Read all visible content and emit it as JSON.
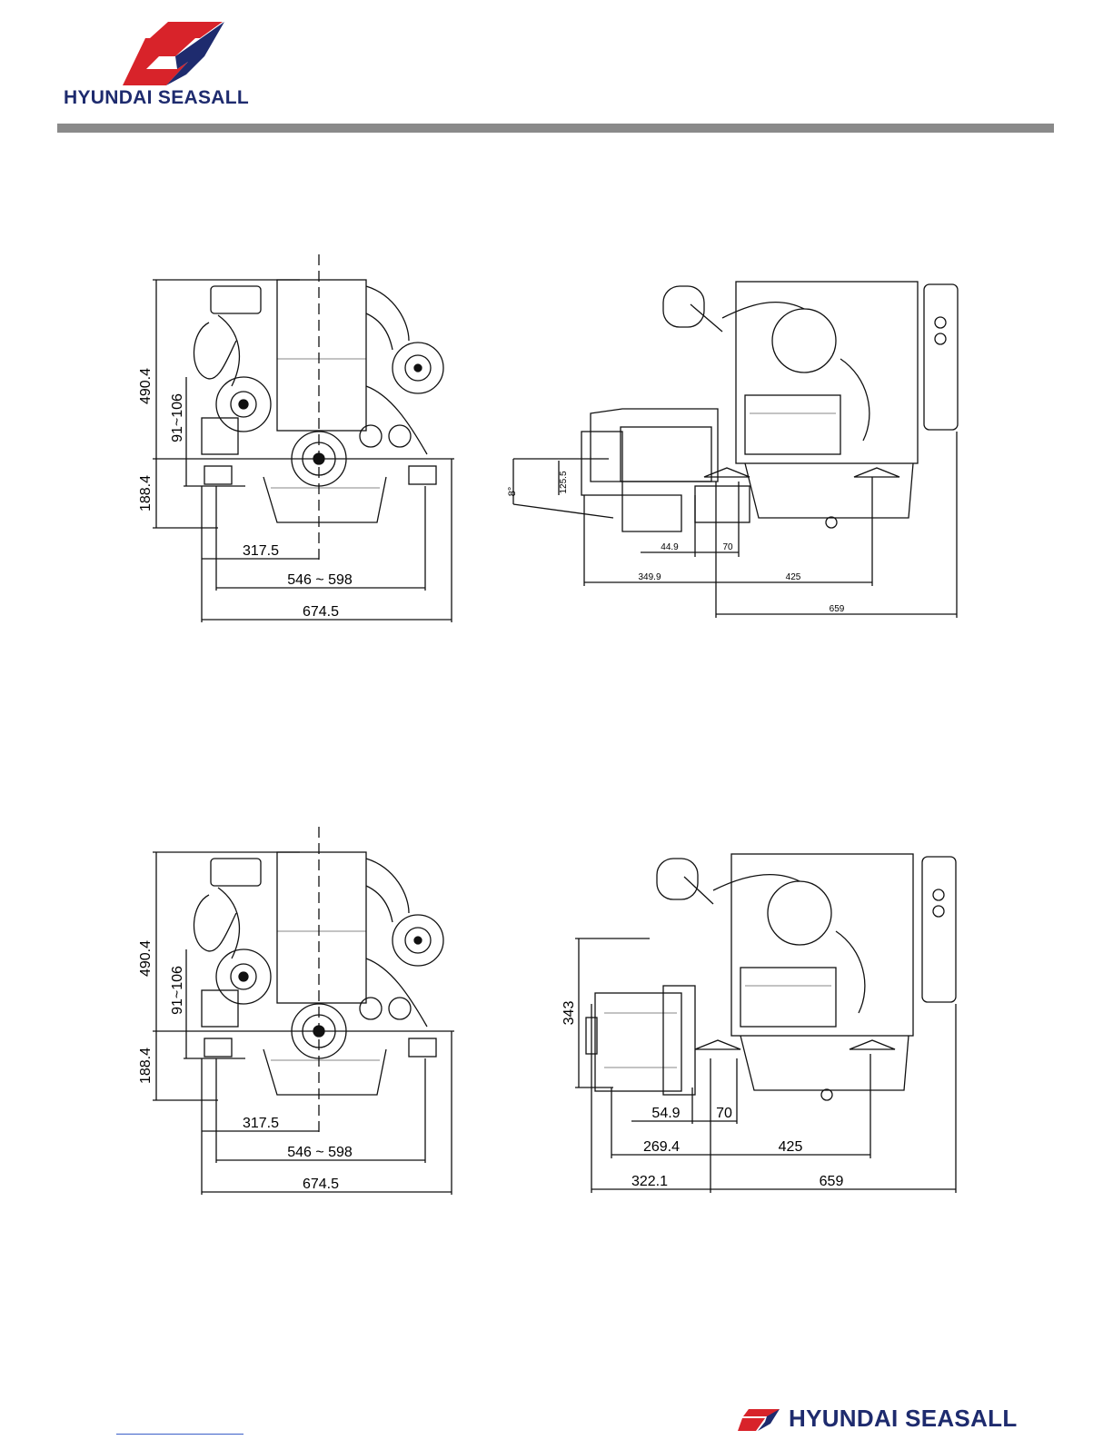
{
  "brand": {
    "name": "HYUNDAI SEASALL",
    "colors": {
      "red": "#d8232a",
      "navy": "#1e2b6e",
      "rule": "#8a8a8a"
    }
  },
  "drawings": {
    "front_top": {
      "height_upper": "490.4",
      "height_mount": "91~106",
      "height_lower": "188.4",
      "width_half": "317.5",
      "width_mount": "546 ~ 598",
      "width_total": "674.5"
    },
    "side_top": {
      "angle": "8°",
      "offset_height": "125.5",
      "offset_a": "44.9",
      "offset_b": "70",
      "length_left": "349.9",
      "length_mount": "425",
      "length_total": "659"
    },
    "front_bottom": {
      "height_upper": "490.4",
      "height_mount": "91~106",
      "height_lower": "188.4",
      "width_half": "317.5",
      "width_mount": "546 ~ 598",
      "width_total": "674.5"
    },
    "side_bottom": {
      "height_gear": "343",
      "offset_a": "54.9",
      "offset_b": "70",
      "length_left_inner": "269.4",
      "length_mount": "425",
      "length_left": "322.1",
      "length_total": "659"
    }
  }
}
